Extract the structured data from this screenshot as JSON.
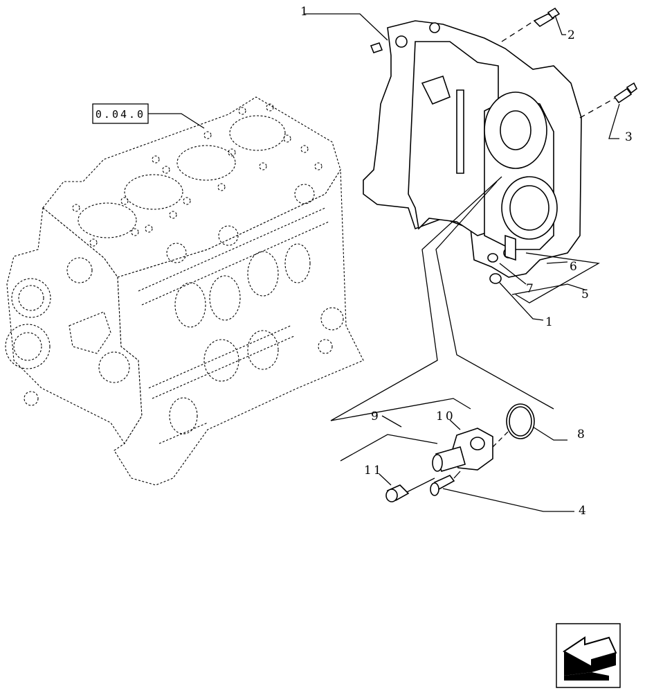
{
  "reference": {
    "label": "0.04.0"
  },
  "callouts": {
    "c1_top": "1",
    "c2": "2",
    "c3": "3",
    "c6": "6",
    "c7": "7",
    "c5": "5",
    "c1_bottom": "1",
    "c9": "9",
    "c10": "10",
    "c8": "8",
    "c11": "11",
    "c4": "4"
  },
  "nav": {
    "icon": "next-page-arrow-icon"
  }
}
